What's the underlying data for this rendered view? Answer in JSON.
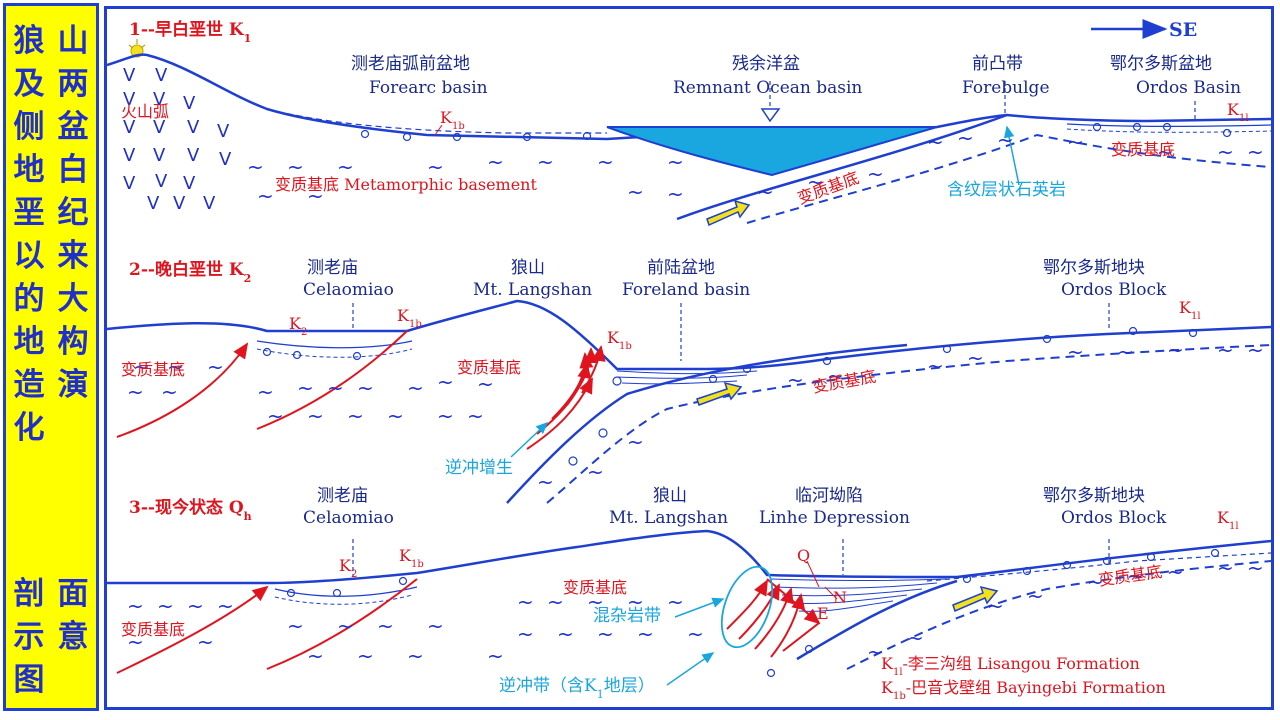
{
  "sidebar": {
    "col_left": [
      "狼",
      "及",
      "侧",
      "地",
      "垩",
      "以",
      "的",
      "地",
      "造",
      "化"
    ],
    "col_right": [
      "山",
      "两",
      "盆",
      "白",
      "纪",
      "来",
      "大",
      "构",
      "演"
    ],
    "bottom_left": [
      "剖",
      "示",
      "图"
    ],
    "bottom_right": [
      "面",
      "意"
    ]
  },
  "direction": "SE",
  "panels": [
    {
      "title": "1--早白垩世 K",
      "title_sub": "1",
      "labels": {
        "volcanic_arc": "火山弧",
        "forearc_cn": "测老庙弧前盆地",
        "forearc_en": "Forearc basin",
        "k1b": "K",
        "k1b_sub": "1b",
        "remnant_cn": "残余洋盆",
        "remnant_en": "Remnant Ocean basin",
        "forebulge_cn": "前凸带",
        "forebulge_en": "Forebulge",
        "ordos_cn": "鄂尔多斯盆地",
        "ordos_en": "Ordos Basin",
        "k1l": "K",
        "k1l_sub": "1l",
        "basement_left": "变质基底 Metamorphic basement",
        "basement_mid": "变质基底",
        "basement_right": "变质基底",
        "quartzite": "含纹层状石英岩"
      }
    },
    {
      "title": "2--晚白垩世 K",
      "title_sub": "2",
      "labels": {
        "celaomiao_cn": "测老庙",
        "celaomiao_en": "Celaomiao",
        "langshan_cn": "狼山",
        "langshan_en": "Mt. Langshan",
        "foreland_cn": "前陆盆地",
        "foreland_en": "Foreland basin",
        "ordos_cn": "鄂尔多斯地块",
        "ordos_en": "Ordos Block",
        "k2": "K",
        "k2_sub": "2",
        "k1b": "K",
        "k1b_sub": "1b",
        "k1b_2": "K",
        "k1b_2_sub": "1b",
        "k1l": "K",
        "k1l_sub": "1l",
        "basement_left": "变质基底",
        "basement_mid": "变质基底",
        "basement_right": "变质基底",
        "thrust_growth": "逆冲增生"
      }
    },
    {
      "title": "3--现今状态 Q",
      "title_sub": "h",
      "labels": {
        "celaomiao_cn": "测老庙",
        "celaomiao_en": "Celaomiao",
        "langshan_cn": "狼山",
        "langshan_en": "Mt. Langshan",
        "linhe_cn": "临河坳陷",
        "linhe_en": "Linhe Depression",
        "ordos_cn": "鄂尔多斯地块",
        "ordos_en": "Ordos Block",
        "k2": "K",
        "k2_sub": "2",
        "k1b": "K",
        "k1b_sub": "1b",
        "k1l": "K",
        "k1l_sub": "1l",
        "q": "Q",
        "n": "N",
        "e": "E",
        "basement_left": "变质基底",
        "basement_mid": "变质基底",
        "basement_right": "变质基底",
        "melange": "混杂岩带",
        "thrust_belt_pre": "逆冲带（含K",
        "thrust_belt_sub": "1",
        "thrust_belt_post": "地层）"
      }
    }
  ],
  "legend": [
    {
      "sym": "K",
      "sub": "1l",
      "text": "-李三沟组 Lisangou Formation"
    },
    {
      "sym": "K",
      "sub": "1b",
      "text": "-巴音戈壁组 Bayingebi Formation"
    }
  ],
  "colors": {
    "line": "#1f3fd0",
    "fault": "#e0141e",
    "ocean": "#1aa7e0",
    "arrow": "#f2e21a",
    "annotation": "#18a6de",
    "sidebar_bg": "#ffff00"
  }
}
